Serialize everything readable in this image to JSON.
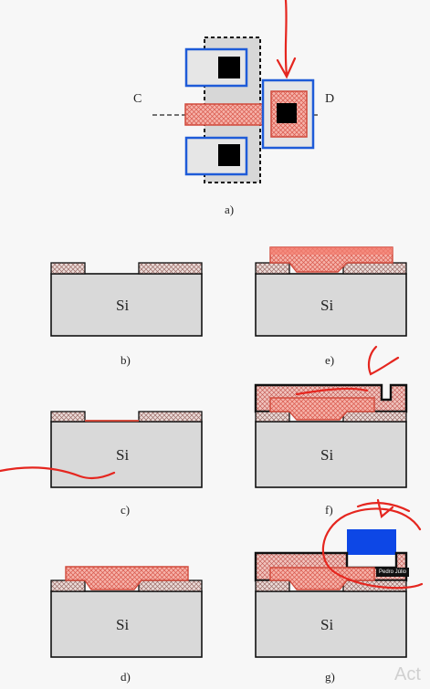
{
  "diagram": {
    "top": {
      "caption": "a)",
      "label_c": "C",
      "label_d": "D"
    },
    "panels": [
      {
        "caption": "b)",
        "substrate": "Si"
      },
      {
        "caption": "e)",
        "substrate": "Si"
      },
      {
        "caption": "c)",
        "substrate": "Si"
      },
      {
        "caption": "f)",
        "substrate": "Si"
      },
      {
        "caption": "d)",
        "substrate": "Si"
      },
      {
        "caption": "g)",
        "substrate": "Si"
      }
    ]
  },
  "overlay": {
    "presenter_tag": "Pedro Júlio",
    "corner_text": "Act"
  },
  "colors": {
    "oxide": "#e9d5d2",
    "poly": "#f4a49a",
    "metal_mask": "#1a5fd6",
    "substrate": "#d9d9d9",
    "annotation": "#e5261f",
    "contact": "#000000"
  }
}
